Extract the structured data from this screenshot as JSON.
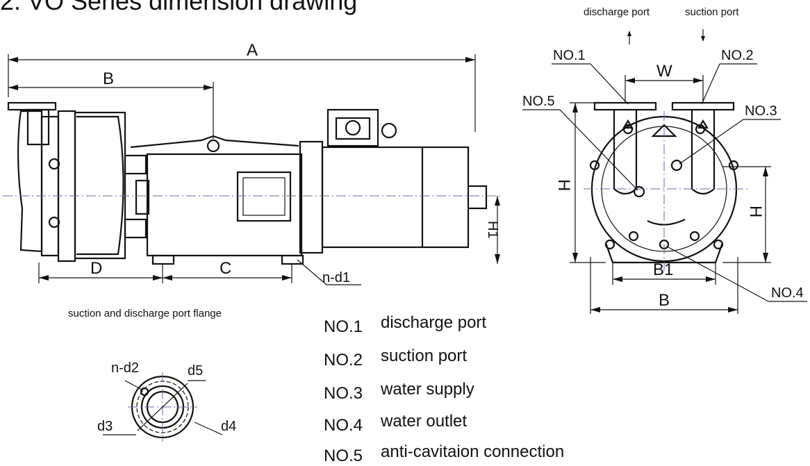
{
  "title": "2. VO Series dimension drawing",
  "side_view": {
    "dims": {
      "A": "A",
      "B": "B",
      "C": "C",
      "D": "D",
      "H1": "H1",
      "nd1": "n-d1"
    }
  },
  "end_view": {
    "arrows": {
      "discharge": "discharge port",
      "suction": "suction port"
    },
    "dims": {
      "W": "W",
      "H_left": "H",
      "H_right": "H",
      "B1": "B1",
      "B": "B"
    },
    "callouts": {
      "no1": "NO.1",
      "no2": "NO.2",
      "no3": "NO.3",
      "no4": "NO.4",
      "no5": "NO.5"
    }
  },
  "flange": {
    "title": "suction and discharge port flange",
    "labels": {
      "nd2": "n-d2",
      "d5": "d5",
      "d3": "d3",
      "d4": "d4"
    }
  },
  "legend": [
    {
      "no": "NO.1",
      "desc": "discharge port"
    },
    {
      "no": "NO.2",
      "desc": "suction port"
    },
    {
      "no": "NO.3",
      "desc": "water supply"
    },
    {
      "no": "NO.4",
      "desc": "water outlet"
    },
    {
      "no": "NO.5",
      "desc": "anti-cavitaion connection"
    }
  ]
}
